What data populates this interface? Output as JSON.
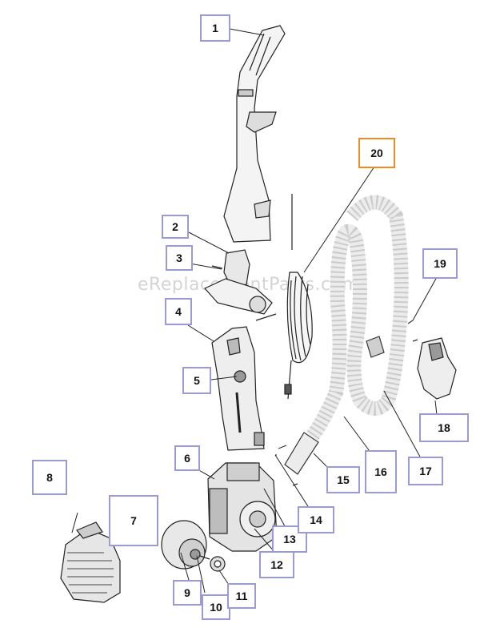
{
  "watermark": "eReplacementParts.com",
  "highlight_color": "#f08a24",
  "label_border_color": "#9a9ad6",
  "parts": [
    {
      "id": "part-1",
      "label": "1"
    },
    {
      "id": "part-2",
      "label": "2"
    },
    {
      "id": "part-3",
      "label": "3"
    },
    {
      "id": "part-4",
      "label": "4"
    },
    {
      "id": "part-5",
      "label": "5"
    },
    {
      "id": "part-6",
      "label": "6"
    },
    {
      "id": "part-7",
      "label": "7"
    },
    {
      "id": "part-8",
      "label": "8"
    },
    {
      "id": "part-9",
      "label": "9"
    },
    {
      "id": "part-10",
      "label": "10"
    },
    {
      "id": "part-11",
      "label": "11"
    },
    {
      "id": "part-12",
      "label": "12"
    },
    {
      "id": "part-13",
      "label": "13"
    },
    {
      "id": "part-14",
      "label": "14"
    },
    {
      "id": "part-15",
      "label": "15"
    },
    {
      "id": "part-16",
      "label": "16"
    },
    {
      "id": "part-17",
      "label": "17"
    },
    {
      "id": "part-18",
      "label": "18"
    },
    {
      "id": "part-19",
      "label": "19"
    },
    {
      "id": "part-20",
      "label": "20",
      "highlighted": true
    }
  ]
}
